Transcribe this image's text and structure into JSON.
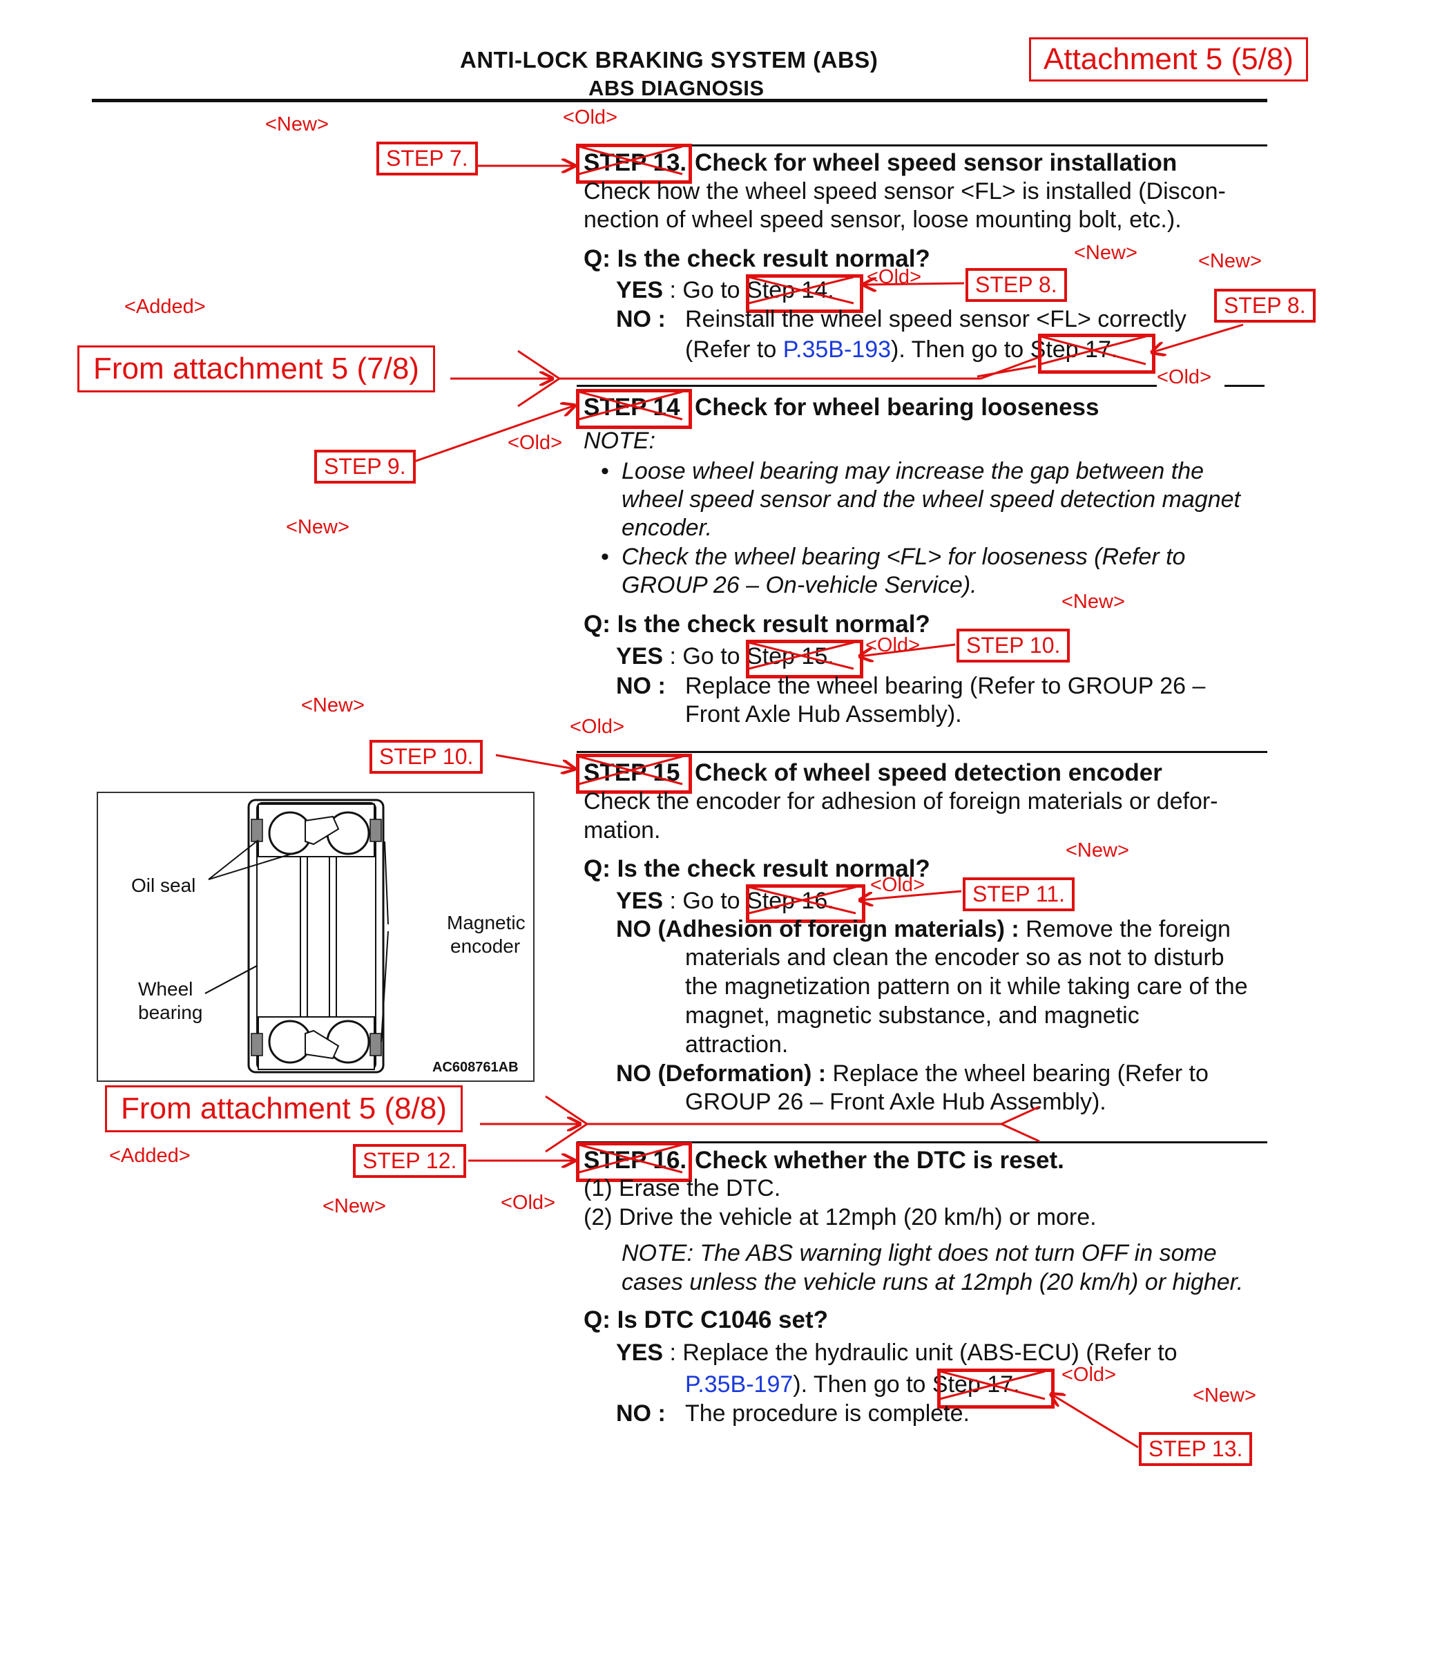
{
  "header": {
    "title": "ANTI-LOCK BRAKING SYSTEM (ABS)",
    "subtitle": "ABS DIAGNOSIS",
    "attachment": "Attachment 5 (5/8)"
  },
  "annotations": {
    "new": "<New>",
    "old": "<Old>",
    "added": "<Added>",
    "from_7_8": "From attachment 5 (7/8)",
    "from_8_8": "From attachment 5 (8/8)",
    "step7": "STEP 7.",
    "step8": "STEP 8.",
    "step9": "STEP 9.",
    "step10": "STEP 10.",
    "step11": "STEP 11.",
    "step12": "STEP 12.",
    "step13": "STEP 13."
  },
  "step13": {
    "label": "STEP 13.",
    "title": "Check for wheel speed sensor installation",
    "body_line1": "Check how the wheel speed sensor <FL> is installed (Discon-",
    "body_line2": "nection of wheel speed sensor, loose mounting bolt, etc.).",
    "question": "Q: Is the check result normal?",
    "yes_label": "YES",
    "yes_text": ": Go to",
    "yes_step": "Step 14.",
    "no_label": "NO :",
    "no_line1": "Reinstall the wheel speed sensor <FL> correctly",
    "no_line2_a": "(Refer to",
    "no_link": "P.35B-193",
    "no_line2_b": "). Then go to",
    "no_step": "Step 17."
  },
  "step14": {
    "label": "STEP 14",
    "title": "Check for wheel bearing looseness",
    "note": "NOTE:",
    "bullet1_l1": "Loose wheel bearing may increase the gap between the",
    "bullet1_l2": "wheel speed sensor and the wheel speed detection magnet",
    "bullet1_l3": "encoder.",
    "bullet2_l1": "Check the wheel bearing <FL> for looseness (Refer to",
    "bullet2_l2": "GROUP 26 – On-vehicle Service).",
    "bullet": "•",
    "question": "Q: Is the check result normal?",
    "yes_label": "YES",
    "yes_text": ": Go to",
    "yes_step": "Step 15.",
    "no_label": "NO :",
    "no_line1": "Replace the wheel bearing (Refer to GROUP 26 –",
    "no_line2": "Front Axle Hub Assembly)."
  },
  "step15": {
    "label": "STEP 15",
    "title": "Check of wheel speed detection encoder",
    "body_line1": "Check the encoder for adhesion of foreign materials or defor-",
    "body_line2": "mation.",
    "question": "Q: Is the check result normal?",
    "yes_label": "YES",
    "yes_text": ": Go to",
    "yes_step": "Step 16.",
    "no1_label": "NO (Adhesion of foreign materials) :",
    "no1_l1": "Remove the foreign",
    "no1_l2": "materials and clean the encoder so as not to disturb",
    "no1_l3": "the magnetization pattern on it while taking care of the",
    "no1_l4": "magnet, magnetic substance, and magnetic",
    "no1_l5": "attraction.",
    "no2_label": "NO (Deformation) :",
    "no2_l1": "Replace the wheel bearing (Refer to",
    "no2_l2": "GROUP 26 – Front Axle Hub Assembly)."
  },
  "step16": {
    "label": "STEP 16.",
    "title": "Check whether the DTC is reset.",
    "item1": "(1) Erase the DTC.",
    "item2": "(2) Drive the vehicle at 12mph (20 km/h) or more.",
    "note_l1": "NOTE: The ABS warning light does not turn OFF in some",
    "note_l2": "cases unless the vehicle runs at 12mph (20 km/h) or higher.",
    "question": "Q: Is DTC C1046 set?",
    "yes_label": "YES",
    "yes_l1": ": Replace the hydraulic unit (ABS-ECU) (Refer to",
    "yes_link": "P.35B-197",
    "yes_l2_b": "). Then go to",
    "yes_step": "Step 17.",
    "no_label": "NO :",
    "no_text": "The procedure is complete."
  },
  "figure": {
    "oil_seal": "Oil seal",
    "magnetic": "Magnetic",
    "encoder": "encoder",
    "wheel": "Wheel",
    "bearing": "bearing",
    "code": "AC608761AB"
  }
}
